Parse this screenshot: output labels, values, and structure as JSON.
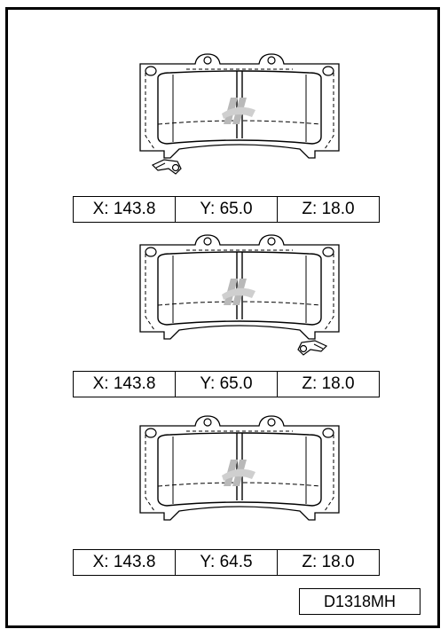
{
  "pads": [
    {
      "x_dim": "X: 143.8",
      "y_dim": "Y: 65.0",
      "z_dim": "Z: 18.0",
      "wear_indicator": "bottom-left"
    },
    {
      "x_dim": "X: 143.8",
      "y_dim": "Y: 65.0",
      "z_dim": "Z: 18.0",
      "wear_indicator": "bottom-right"
    },
    {
      "x_dim": "X: 143.8",
      "y_dim": "Y: 64.5",
      "z_dim": "Z: 18.0",
      "wear_indicator": "none"
    }
  ],
  "part_number": "D1318MH",
  "colors": {
    "line": "#000000",
    "logo": "#b9b9b9",
    "background": "#ffffff"
  }
}
